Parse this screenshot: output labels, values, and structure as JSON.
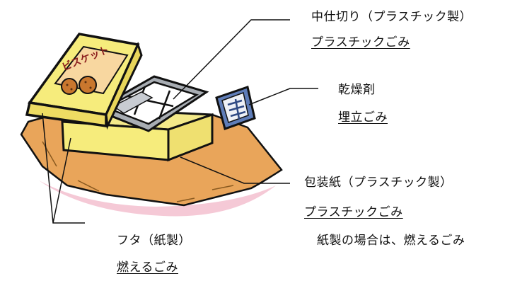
{
  "labels": {
    "insert_name": "中仕切り（プラスチック製）",
    "insert_category": "プラスチックごみ",
    "desiccant_name": "乾燥剤",
    "desiccant_category": "埋立ごみ",
    "wrapping_name": "包装紙（プラスチック製）",
    "wrapping_category": "プラスチックごみ",
    "wrapping_note": "紙製の場合は、燃えるごみ",
    "lid_name": "フタ（紙製）",
    "lid_category": "燃えるごみ"
  },
  "lid_text": "ビスケット",
  "colors": {
    "box_yellow": "#f6ec7c",
    "paper_orange": "#e9a55a",
    "pink_shadow": "#f2b7c8",
    "tray_gray": "#a8adb3",
    "desiccant_blue": "#5f7db8",
    "outline": "#111111"
  },
  "icons": [
    "biscuit-icon"
  ]
}
